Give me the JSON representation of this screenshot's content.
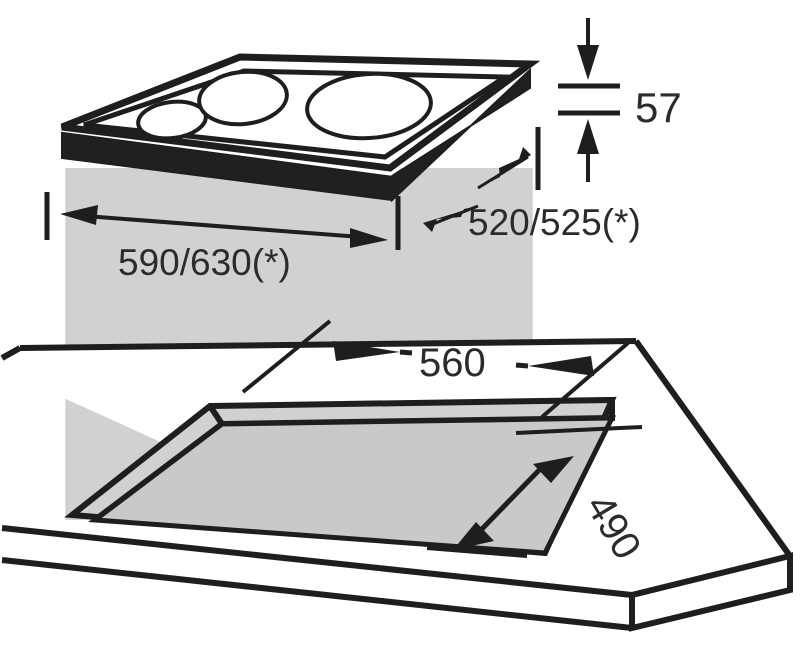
{
  "document": {
    "title": "Cooktop installation dimension drawing",
    "type": "technical-line-drawing",
    "units": "mm"
  },
  "dimensions": {
    "appliance_width": "590/630(*)",
    "appliance_depth": "520/525(*)",
    "appliance_height": "57",
    "cutout_width": "560",
    "cutout_depth": "490"
  },
  "labels": {
    "width_label": "590/630(*)",
    "depth_label": "520/525(*)",
    "height_label": "57",
    "cutout_width_label": "560",
    "cutout_depth_label": "490"
  },
  "colors": {
    "line": "#1e1e1e",
    "fill_shadow": "#d1d1d3",
    "fill_white": "#ffffff",
    "text": "#2b2b2b",
    "background": "#ffffff"
  },
  "parts": {
    "cooktop": "hob-appliance",
    "burners": [
      "small-burner",
      "medium-burner",
      "large-burner"
    ],
    "worktop": "countertop-panel",
    "cutout": "worktop-cutout-opening",
    "projection": "vertical-projection-band"
  }
}
